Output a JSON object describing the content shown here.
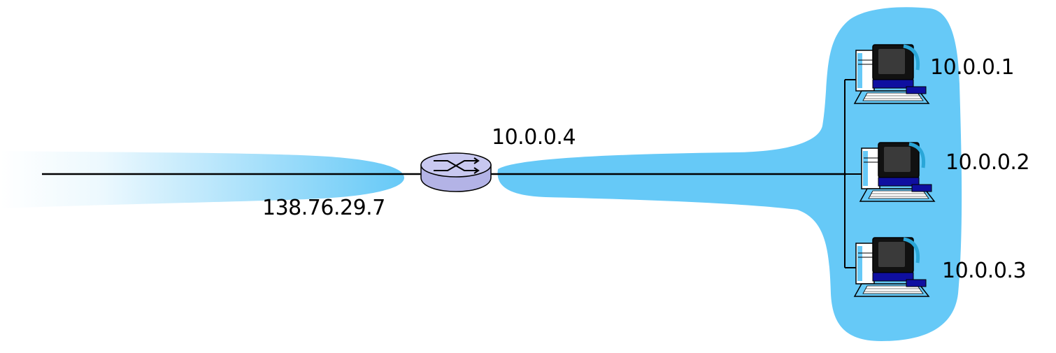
{
  "colors": {
    "cloud": "#66c9f7",
    "router_body": "#c8c8f0",
    "line": "#000000"
  },
  "wan": {
    "ip": "138.76.29.7"
  },
  "router": {
    "icon": "router-icon",
    "lan_ip": "10.0.0.4"
  },
  "hosts": [
    {
      "ip": "10.0.0.1",
      "icon": "computer-icon"
    },
    {
      "ip": "10.0.0.2",
      "icon": "computer-icon"
    },
    {
      "ip": "10.0.0.3",
      "icon": "computer-icon"
    }
  ]
}
